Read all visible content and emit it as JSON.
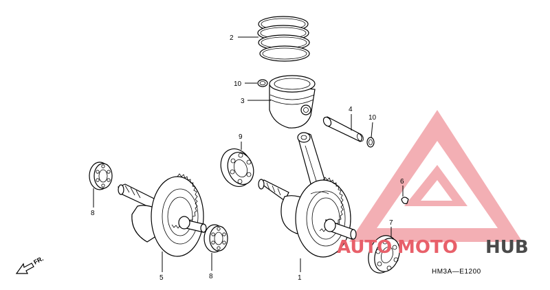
{
  "diagram": {
    "callouts": {
      "c1": "1",
      "c2": "2",
      "c3": "3",
      "c4": "4",
      "c5": "5",
      "c6": "6",
      "c7": "7",
      "c8a": "8",
      "c8b": "8",
      "c9": "9",
      "c10a": "10",
      "c10b": "10"
    },
    "direction_label": "FR.",
    "figure_code": "HM3A—E1200"
  },
  "watermark": {
    "text_part1": "AUTO",
    "text_part2": "MOTO",
    "text_part3": "HUB",
    "color_red": "#e8606a",
    "color_gray": "#4a4a4a"
  }
}
